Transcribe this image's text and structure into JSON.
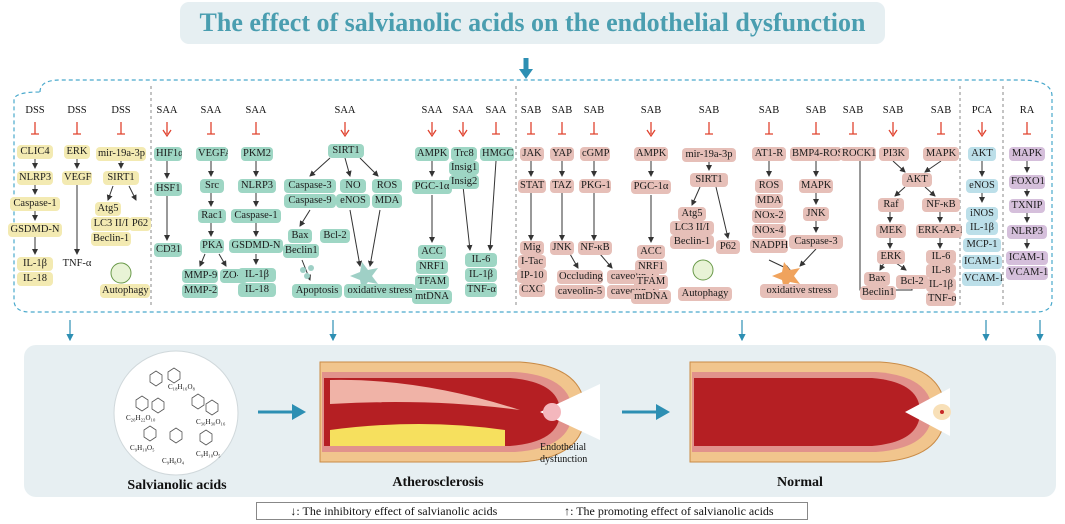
{
  "title": "The effect of salvianolic acids on the endothelial dysfunction",
  "drugs": {
    "dss": "DSS",
    "saa": "SAA",
    "sab": "SAB",
    "pca": "PCA",
    "ra": "RA"
  },
  "nodes": {
    "clic4": "CLIC4",
    "nlrp3_a": "NLRP3",
    "casp1_a": "Caspase-1",
    "gsdmd_a": "GSDMD-N",
    "il1b_a": "IL-1β",
    "il18_a": "IL-18",
    "erk_a": "ERK",
    "vegf_a": "VEGF",
    "tnfa_a": "TNF-α",
    "mir_a": "mir-19a-3p",
    "sirt1_a": "SIRT1",
    "atg5_a": "Atg5",
    "lc3_a": "LC3 II/I",
    "beclin_a": "Beclin-1",
    "p62_a": "P62",
    "autophagy_a": "Autophagy",
    "hif1a": "HIF1α",
    "hsf1": "HSF1",
    "cd31": "CD31",
    "vegfa": "VEGFA",
    "src": "Src",
    "rac1": "Rac1",
    "pka": "PKA",
    "mmp9": "MMP-9",
    "zo1": "ZO-1",
    "mmp2": "MMP-2",
    "pkm2": "PKM2",
    "nlrp3_b": "NLRP3",
    "casp1_b": "Caspase-1",
    "gsdmd_b": "GSDMD-N",
    "il1b_b": "IL-1β",
    "il18_b": "IL-18",
    "sirt1_b": "SIRT1",
    "casp3": "Caspase-3",
    "casp9": "Caspase-9",
    "bax_a": "Bax",
    "beclin1_b": "Beclin1",
    "bcl2_a": "Bcl-2",
    "no": "NO",
    "enos_a": "eNOS",
    "ros_a": "ROS",
    "mda_a": "MDA",
    "apoptosis": "Apoptosis",
    "oxstress_a": "oxidative stress",
    "ampk_a": "AMPK",
    "pgc1a_a": "PGC-1α",
    "acc_a": "ACC",
    "nrf1_a": "NRF1",
    "tfam_a": "TFAM",
    "mtdna_a": "mtDNA",
    "trc8": "Trc8",
    "insig1": "Insig1",
    "insig2": "Insig2",
    "hmgcr": "HMGCR",
    "il6_a": "IL-6",
    "il1b_c": "IL-1β",
    "tnfa_b": "TNF-α",
    "jak": "JAK",
    "stat": "STAT",
    "mig": "Mig",
    "itac": "I-Tac",
    "ip10": "IP-10",
    "cxc": "CXC",
    "yap": "YAP",
    "taz": "TAZ",
    "jnk_a": "JNK",
    "occluding": "Occluding",
    "caveolin5": "caveolin-5",
    "cgmp": "cGMP",
    "pkg1": "PKG-1",
    "nfkb_a": "NF-κB",
    "caveolin1": "caveolin-1",
    "caveolin2": "caveolin-2",
    "ampk_b": "AMPK",
    "pgc1a_b": "PGC-1α",
    "acc_b": "ACC",
    "nrf1_b": "NRF1",
    "tfam_b": "TFAM",
    "mtdna_b": "mtDNA",
    "mir_b": "mir-19a-3p",
    "sirt1_c": "SIRT1",
    "atg5_b": "Atg5",
    "lc3_b": "LC3 II/I",
    "beclin_c": "Beclin-1",
    "p62_b": "P62",
    "autophagy_b": "Autophagy",
    "at1r": "AT1-R",
    "ros_b": "ROS",
    "mda_b": "MDA",
    "nox2": "NOx-2",
    "nox4": "NOx-4",
    "nadph": "NADPH",
    "bmp4": "BMP4-ROS",
    "mapk_a": "MAPK",
    "jnk_b": "JNK",
    "casp3_b": "Caspase-3",
    "oxstress_b": "oxidative stress",
    "rock1": "ROCK1",
    "pi3k": "PI3K",
    "mapk_b": "MAPK",
    "akt_a": "AKT",
    "raf": "Raf",
    "nfkb_b": "NF-κB",
    "mek": "MEK",
    "erkap1": "ERK-AP-1",
    "erk_b": "ERK",
    "bax_b": "Bax",
    "beclin1_c": "Beclin1",
    "bcl2_b": "Bcl-2",
    "il6_b": "IL-6",
    "il8": "IL-8",
    "il1b_d": "IL-1β",
    "tnfa_c": "TNF-α",
    "akt_b": "AKT",
    "enos_b": "eNOS",
    "inos": "iNOS",
    "il1b_e": "IL-1β",
    "mcp1": "MCP-1",
    "icam1_a": "ICAM-1",
    "vcam1_a": "VCAM-1",
    "mapk_c": "MAPK",
    "foxo1": "FOXO1",
    "txnip": "TXNIP",
    "nlrp3_c": "NLRP3",
    "icam1_b": "ICAM-1",
    "vcam1_b": "VCAM-1"
  },
  "molecules": {
    "f1": "C₁₈H₁₆O₈",
    "f2": "C₂₆H₂₂O₁₀",
    "f3": "C₃₆H₃₀O₁₆",
    "f4": "C₉H₁₀O₅",
    "f5": "C₉H₈O₄",
    "f6": "C₉H₁₀O₅"
  },
  "bottom": {
    "salvianolic": "Salvianolic acids",
    "athero": "Atherosclerosis",
    "normal": "Normal",
    "dysfunction_1": "Endothelial",
    "dysfunction_2": "dysfunction"
  },
  "legend": {
    "inhibit": "↓: The inhibitory effect of salvianolic acids",
    "promote": "↑: The promoting effect of salvianolic acids"
  },
  "colors": {
    "accent": "#2d8fb3",
    "title": "#4a9eb0",
    "dss_node": "#f3eab2",
    "saa_node": "#9ed6c4",
    "sab_node": "#e6bfb8",
    "pca_node": "#bcdfe9",
    "ra_node": "#d5bfdb",
    "inhibit_arrow": "#e0432f"
  }
}
